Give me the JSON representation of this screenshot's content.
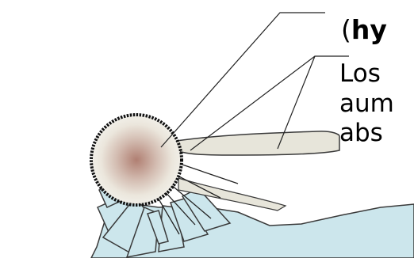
{
  "labels": {
    "heading_open": "(",
    "heading_bold": "hy",
    "body_lines": [
      "Los",
      "aum",
      "abs"
    ]
  },
  "colors": {
    "water": "#cce6ec",
    "root_hair": "#e7e5da",
    "outline": "#3a3a3a",
    "pointer": "#222222",
    "ring": "#111111",
    "cell_center": "#b07f72",
    "cell_edge": "#f1efe8"
  }
}
